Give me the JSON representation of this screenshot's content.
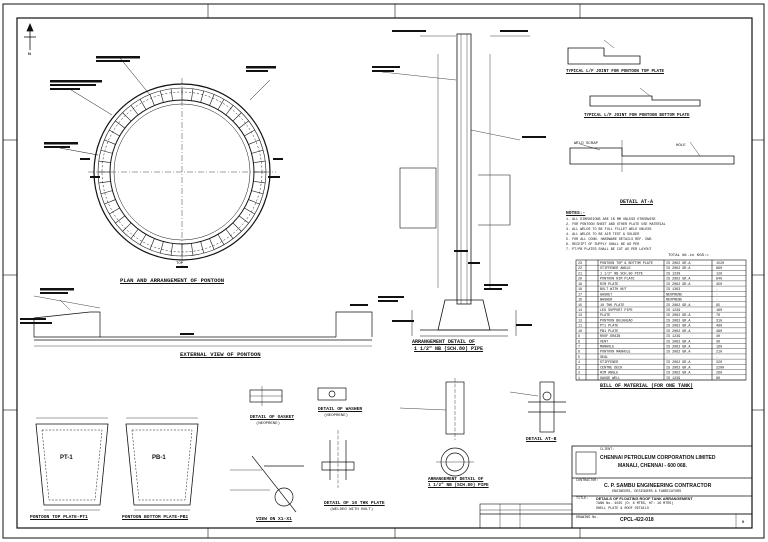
{
  "titles": {
    "plan": "PLAN AND ARRANGEMENT OF PONTOON",
    "elevation": "EXTERNAL VIEW OF PONTOON",
    "arrangement": "ARRANGEMENT DETAIL OF",
    "arrangement2": "1 1/2\" NB (SCH.80) PIPE",
    "pt1": "PONTOON TOP PLATE-PT1",
    "pb1": "PONTOON BOTTOM PLATE-PB1",
    "gasket": "DETAIL OF GASKET",
    "gasket_sub": "(NEOPRENE)",
    "washer": "DETAIL OF WASHER",
    "washer_sub": "(NEOPRENE)",
    "view_x": "VIEW ON X1-X1",
    "plate_detail": "DETAIL OF 10 THK PLATE",
    "plate_detail_sub": "(WELDED WITH BOLT)",
    "arr_detail": "ARRANGEMENT DETAIL OF",
    "arr_detail_sub": "1 1/2\" NB (SCH.80) PIPE",
    "detail_b": "DETAIL AT-B",
    "detail_a": "DETAIL AT-A",
    "typ1": "TYPICAL L/F JOINT FOR PONTOON TOP PLATE",
    "typ2": "TYPICAL L/F JOINT FOR PONTOON BOTTOM PLATE",
    "bom": "BILL OF MATERIAL (FOR ONE TANK)",
    "bom_total": "TOTAL Wt.in KGS:=",
    "notes": "NOTES:-"
  },
  "labels": {
    "pt1": "PT-1",
    "pb1": "PB-1",
    "top": "TOP",
    "north": "N",
    "weld_scrap": "WELD SCRAP",
    "hole": "HOLE"
  },
  "notes": [
    "1. ALL DIMENSIONS ARE IN MM UNLESS OTHERWISE",
    "2. FOR PONTOON SHEET AND OTHER PLATE USE MATERIAL",
    "3. ALL WELDS TO BE FULL FILLET WELD UNLESS",
    "4. ALL WELDS TO BE AIR TEST & SOLDER",
    "5. FOR ALL CONN. HARDWARE DETAILS REF. DWG",
    "6. RECEIPT OF SUPPLY SHALL BE AS PER",
    "7. PT/PB PLATES SHALL BE CUT AS PER LAYOUT"
  ],
  "bom_rows": [
    {
      "no": "23",
      "desc": "PONTOON TOP & BOTTOM PLATE",
      "spec": "IS 2062 GR.A",
      "wt": "1520"
    },
    {
      "no": "22",
      "desc": "STIFFENER ANGLE",
      "spec": "IS 2062 GR.A",
      "wt": "860"
    },
    {
      "no": "21",
      "desc": "1 1/2\" NB SCH.80 PIPE",
      "spec": "IS 1239",
      "wt": "120"
    },
    {
      "no": "20",
      "desc": "PONTOON RIM PLATE",
      "spec": "IS 2062 GR.A",
      "wt": "840"
    },
    {
      "no": "19",
      "desc": "RIM PLATE",
      "spec": "IS 2062 GR.A",
      "wt": "450"
    },
    {
      "no": "18",
      "desc": "BOLT WITH NUT",
      "spec": "IS 1363",
      "wt": "-"
    },
    {
      "no": "17",
      "desc": "GASKET",
      "spec": "NEOPRENE",
      "wt": "-"
    },
    {
      "no": "16",
      "desc": "WASHER",
      "spec": "NEOPRENE",
      "wt": "-"
    },
    {
      "no": "15",
      "desc": "10 THK PLATE",
      "spec": "IS 2062 GR.A",
      "wt": "95"
    },
    {
      "no": "14",
      "desc": "LEG SUPPORT PIPE",
      "spec": "IS 1239",
      "wt": "160"
    },
    {
      "no": "13",
      "desc": "PLATE",
      "spec": "IS 2062 GR.A",
      "wt": "70"
    },
    {
      "no": "12",
      "desc": "PONTOON BULKHEAD",
      "spec": "IS 2062 GR.A",
      "wt": "310"
    },
    {
      "no": "11",
      "desc": "PT1 PLATE",
      "spec": "IS 2062 GR.A",
      "wt": "480"
    },
    {
      "no": "10",
      "desc": "PB1 PLATE",
      "spec": "IS 2062 GR.A",
      "wt": "480"
    },
    {
      "no": "9",
      "desc": "ROOF DRAIN",
      "spec": "IS 1239",
      "wt": "40"
    },
    {
      "no": "8",
      "desc": "VENT",
      "spec": "IS 2062 GR.A",
      "wt": "30"
    },
    {
      "no": "7",
      "desc": "MANHOLE",
      "spec": "IS 2062 GR.A",
      "wt": "160"
    },
    {
      "no": "6",
      "desc": "PONTOON MANHOLE",
      "spec": "IS 2062 GR.A",
      "wt": "210"
    },
    {
      "no": "5",
      "desc": "SEAL",
      "spec": "-",
      "wt": "-"
    },
    {
      "no": "4",
      "desc": "STIFFENER",
      "spec": "IS 2062 GR.A",
      "wt": "320"
    },
    {
      "no": "3",
      "desc": "CENTRE DECK",
      "spec": "IS 2062 GR.A",
      "wt": "2200"
    },
    {
      "no": "2",
      "desc": "RIM ANGLE",
      "spec": "IS 2062 GR.A",
      "wt": "260"
    },
    {
      "no": "1",
      "desc": "GAUGE WELL",
      "spec": "IS 1239",
      "wt": "90"
    }
  ],
  "title_block": {
    "client_label": "CLIENT:",
    "client": "CHENNAI PETROLEUM CORPORATION LIMITED",
    "client_addr": "MANALI, CHENNAI - 600 068.",
    "contractor_label": "CONTRACTOR:",
    "contractor": "C. P. SAMBU ENGINEERING CONTRACTOR",
    "contractor_addr": "ENGINEERS, DESIGNERS & FABRICATORS",
    "title_label": "TITLE:",
    "title": "DETAILS OF FLOATING ROOF TANK ARRANGEMENT",
    "title2": "TANK No. 4025 (D: 8 MTRS, HT: 16 MTRS)",
    "title3": "SHELL PLATE & ROOF DETAILS",
    "dwg_label": "DRAWING No.",
    "dwg_no": "CPCL-422-018",
    "rev": "0"
  }
}
